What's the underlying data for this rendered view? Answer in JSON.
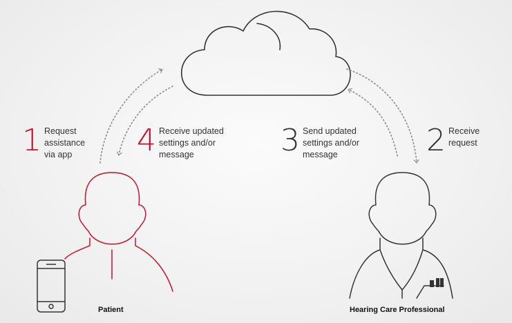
{
  "colors": {
    "accent": "#c8102e",
    "ink": "#333333",
    "arrow": "#888888",
    "background": "#f2f2f2"
  },
  "steps": [
    {
      "number": "1",
      "lines": [
        "Request",
        "assistance",
        "via app"
      ],
      "color": "#c8102e"
    },
    {
      "number": "4",
      "lines": [
        "Receive updated",
        "settings and/or",
        "message"
      ],
      "color": "#c8102e"
    },
    {
      "number": "3",
      "lines": [
        "Send updated",
        "settings and/or",
        "message"
      ],
      "color": "#333333"
    },
    {
      "number": "2",
      "lines": [
        "Receive",
        "request"
      ],
      "color": "#333333"
    }
  ],
  "labels": {
    "patient": "Patient",
    "professional": "Hearing Care Professional"
  },
  "icons": [
    "cloud-icon",
    "patient-figure-icon",
    "smartphone-icon",
    "professional-figure-icon",
    "hearing-aid-icon"
  ]
}
